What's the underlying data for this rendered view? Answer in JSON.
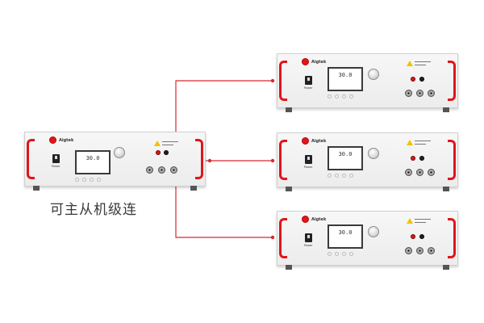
{
  "caption": "可主从机级连",
  "brand": {
    "name": "Aigtek"
  },
  "colors": {
    "accent": "#e0161b",
    "cable": "#d8282e",
    "chassis": "#f2f2f2"
  },
  "units": [
    {
      "role": "master",
      "display_value": "30.0",
      "power_label": "Power"
    },
    {
      "role": "slave-1",
      "display_value": "30.0",
      "power_label": "Power"
    },
    {
      "role": "slave-2",
      "display_value": "30.0",
      "power_label": "Power"
    },
    {
      "role": "slave-3",
      "display_value": "30.0",
      "power_label": "Power"
    }
  ]
}
